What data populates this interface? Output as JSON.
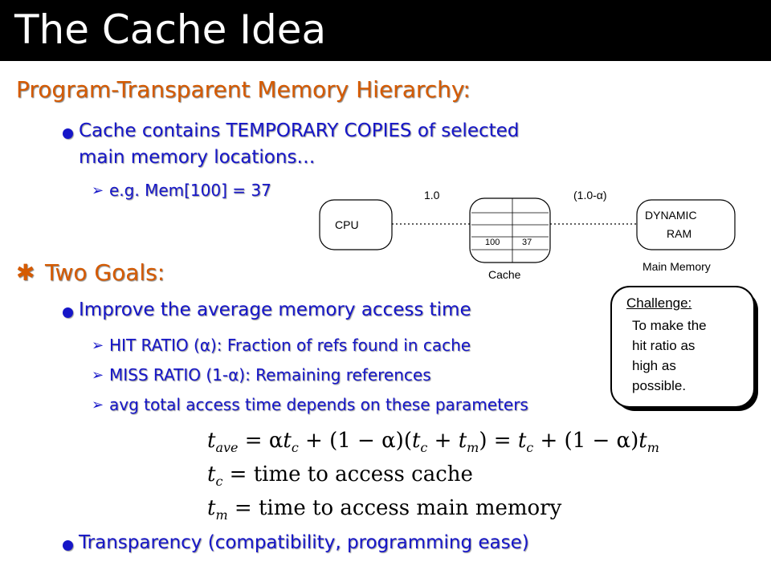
{
  "slide": {
    "title": "The Cache Idea"
  },
  "section1": {
    "heading": "Program-Transparent  Memory Hierarchy:",
    "bullet1_line1": "Cache contains TEMPORARY COPIES of selected",
    "bullet1_line2": "main memory locations…",
    "sub1": "e.g. Mem[100] =  37"
  },
  "section2": {
    "heading": "Two Goals:",
    "bullet1": "Improve the average memory access time",
    "sub1": "HIT RATIO (α):  Fraction of refs found in cache",
    "sub2": "MISS RATIO (1-α):  Remaining references",
    "sub3": "avg total access time depends on these parameters",
    "bullet2": "Transparency (compatibility, programming ease)"
  },
  "diagram": {
    "cpu_label": "CPU",
    "hit_label": "1.0",
    "miss_label": "(1.0-α)",
    "cache_label": "Cache",
    "cache_addr": "100",
    "cache_value": "37",
    "ram_line1": "DYNAMIC",
    "ram_line2": "RAM",
    "main_memory_label": "Main Memory"
  },
  "callout": {
    "heading": "Challenge:",
    "line1": "To make the",
    "line2": "hit ratio as",
    "line3": "high as",
    "line4": "possible."
  },
  "equations": {
    "eq1": "t_ave = αt_c + (1−α)(t_c + t_m) = t_c + (1−α)t_m",
    "eq2": "t_c = time to access cache",
    "eq3": "t_m = time to access main memory"
  },
  "colors": {
    "heading": "#d55a00",
    "body": "#1616c8",
    "titlebar": "#000000"
  }
}
